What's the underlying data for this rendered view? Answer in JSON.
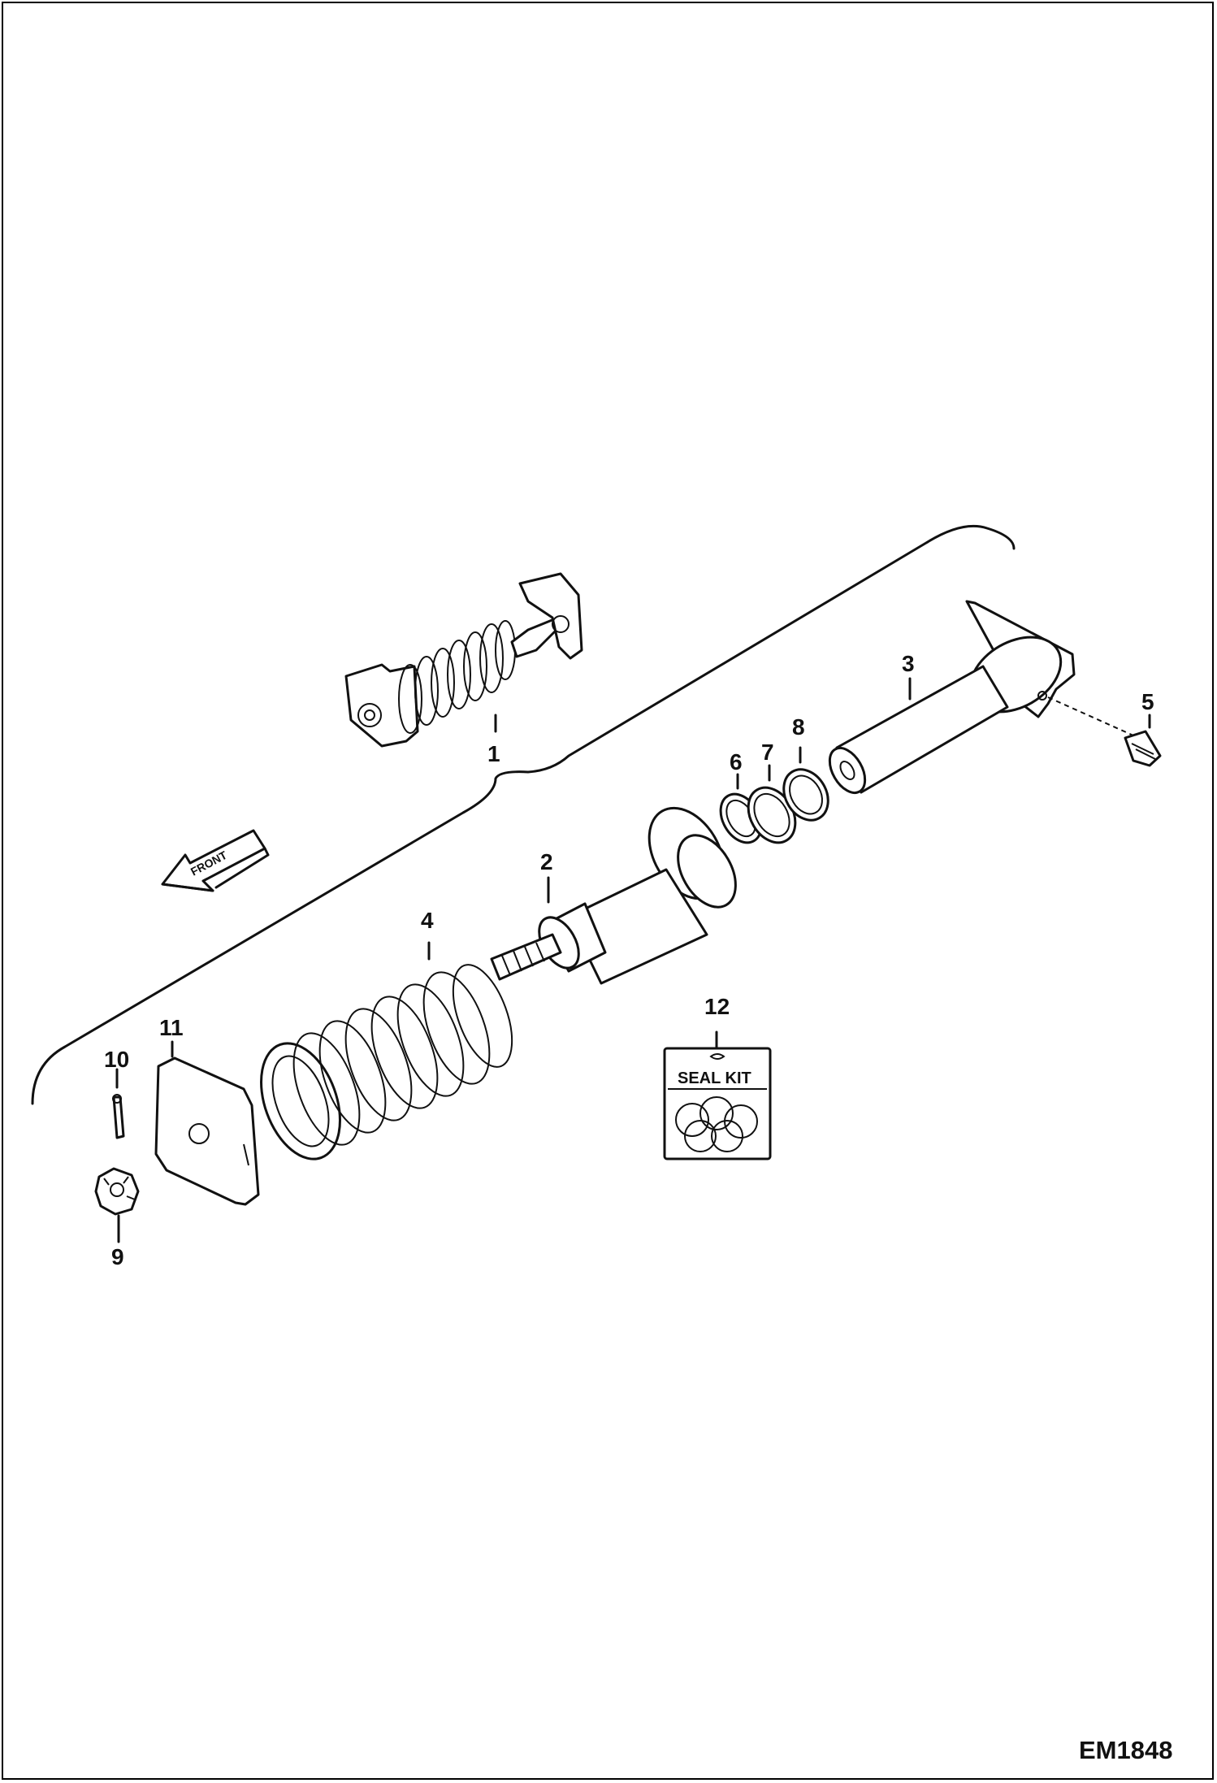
{
  "callouts": [
    "1",
    "2",
    "3",
    "4",
    "5",
    "6",
    "7",
    "8",
    "9",
    "10",
    "11",
    "12"
  ],
  "front_arrow_label": "FRONT",
  "seal_kit_label": "SEAL KIT",
  "figure_code": "EM1848"
}
